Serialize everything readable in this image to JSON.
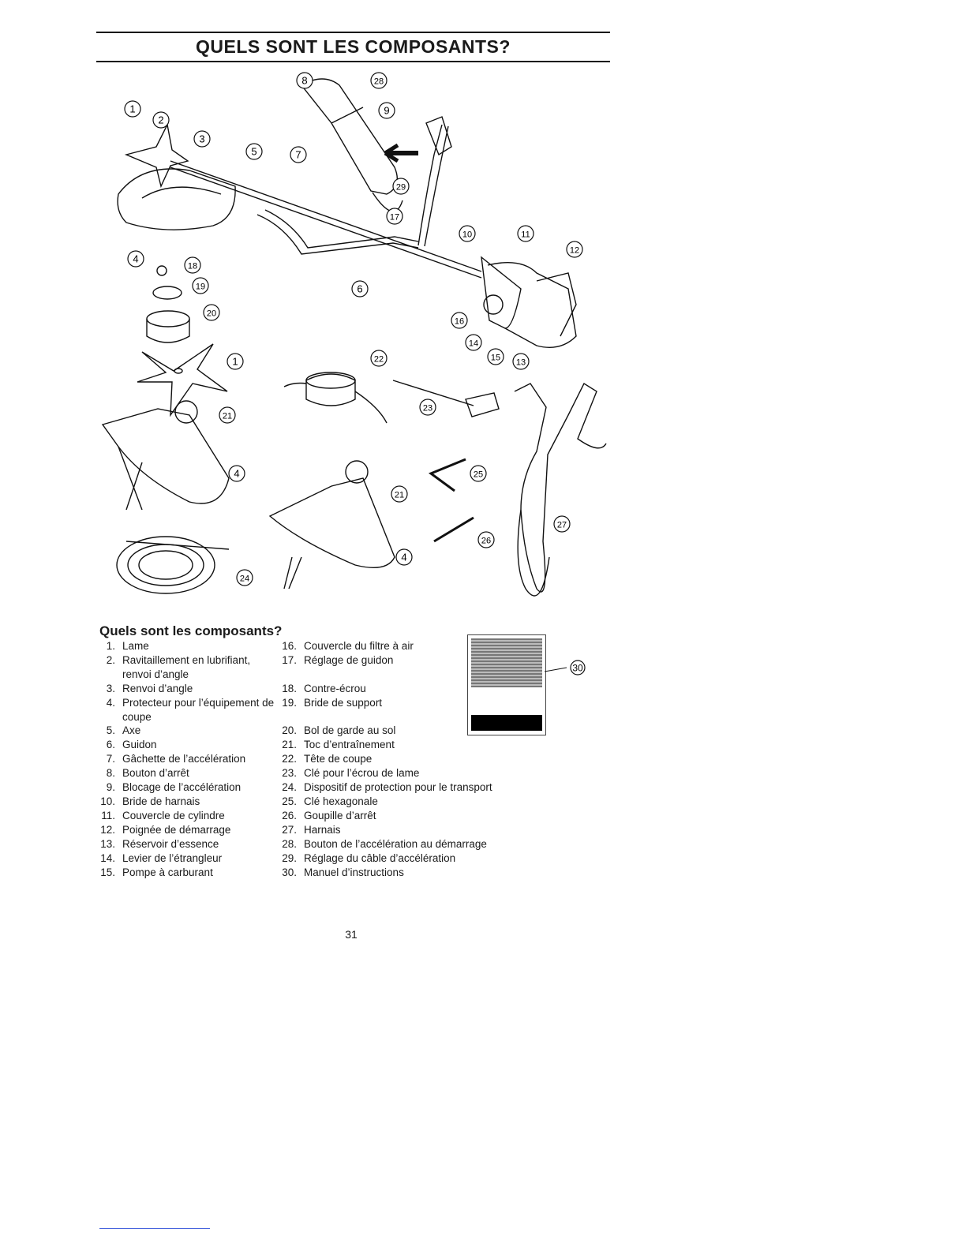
{
  "header": {
    "title": "QUELS SONT LES COMPOSANTS?"
  },
  "diagram": {
    "callouts": [
      "1",
      "2",
      "3",
      "5",
      "7",
      "8",
      "28",
      "9",
      "29",
      "17",
      "10",
      "11",
      "12",
      "4",
      "18",
      "19",
      "20",
      "6",
      "16",
      "14",
      "15",
      "13",
      "1",
      "22",
      "23",
      "21",
      "4",
      "25",
      "21",
      "27",
      "26",
      "24",
      "4"
    ]
  },
  "section": {
    "subtitle": "Quels sont les composants?"
  },
  "components_left": [
    {
      "num": "1.",
      "label": "Lame"
    },
    {
      "num": "2.",
      "label": "Ravitaillement en lubrifiant, renvoi d’angle"
    },
    {
      "num": "3.",
      "label": "Renvoi d’angle"
    },
    {
      "num": "4.",
      "label": "Protecteur pour l’équipement de coupe"
    },
    {
      "num": "5.",
      "label": "Axe"
    },
    {
      "num": "6.",
      "label": "Guidon"
    },
    {
      "num": "7.",
      "label": "Gâchette de l’accélération"
    },
    {
      "num": "8.",
      "label": "Bouton d’arrêt"
    },
    {
      "num": "9.",
      "label": "Blocage de l’accélération"
    },
    {
      "num": "10.",
      "label": "Bride de harnais"
    },
    {
      "num": "11.",
      "label": "Couvercle de cylindre"
    },
    {
      "num": "12.",
      "label": "Poignée de démarrage"
    },
    {
      "num": "13.",
      "label": "Réservoir d’essence"
    },
    {
      "num": "14.",
      "label": "Levier de l’étrangleur"
    },
    {
      "num": "15.",
      "label": "Pompe à carburant"
    }
  ],
  "components_right": [
    {
      "num": "16.",
      "label": "Couvercle du filtre à air"
    },
    {
      "num": "17.",
      "label": "Réglage de guidon"
    },
    {
      "num": "",
      "label": ""
    },
    {
      "num": "18.",
      "label": "Contre-écrou"
    },
    {
      "num": "19.",
      "label": "Bride de support"
    },
    {
      "num": "",
      "label": ""
    },
    {
      "num": "20.",
      "label": "Bol de garde au sol"
    },
    {
      "num": "21.",
      "label": "Toc d’entraînement"
    },
    {
      "num": "22.",
      "label": "Tête de coupe"
    },
    {
      "num": "23.",
      "label": "Clé pour l’écrou de lame"
    },
    {
      "num": "24.",
      "label": "Dispositif de protection pour le transport"
    },
    {
      "num": "25.",
      "label": "Clé hexagonale"
    },
    {
      "num": "26.",
      "label": "Goupille d’arrêt"
    },
    {
      "num": "27.",
      "label": "Harnais"
    },
    {
      "num": "28.",
      "label": "Bouton de l’accélération au démarrage"
    },
    {
      "num": "29.",
      "label": "Réglage du câble d’accélération"
    },
    {
      "num": "30.",
      "label": "Manuel d’instructions"
    }
  ],
  "manual_callout": "30",
  "footer": {
    "page_number": "31"
  }
}
